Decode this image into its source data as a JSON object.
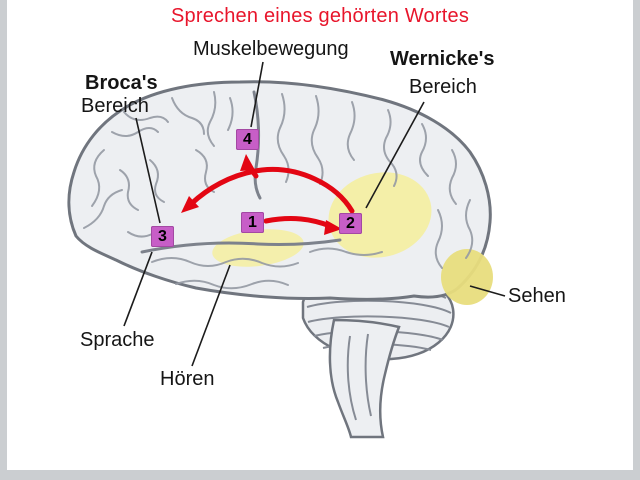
{
  "title": "Sprechen eines gehörten Wortes",
  "labels": {
    "muskelbewegung": "Muskelbewegung",
    "wernicke_name": "Wernicke's",
    "wernicke_bereich": "Bereich",
    "broca_name": "Broca's",
    "broca_bereich": "Bereich",
    "sprache": "Sprache",
    "hoeren": "Hören",
    "sehen": "Sehen"
  },
  "markers": {
    "m1": "1",
    "m2": "2",
    "m3": "3",
    "m4": "4"
  },
  "colors": {
    "title_red": "#e8152b",
    "arrow_red": "#e30613",
    "marker_purple": "#c75ec7",
    "highlight_yellow": "#f4eea0",
    "brain_fill": "#edeff2",
    "outline_gray": "#70757e"
  }
}
